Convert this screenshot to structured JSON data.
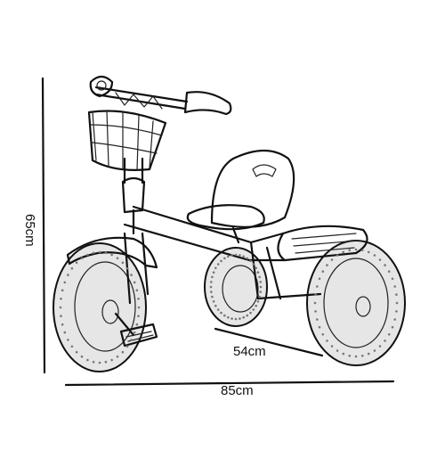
{
  "dimensions": {
    "height": "65cm",
    "width": "85cm",
    "depth": "54cm"
  },
  "colors": {
    "line": "#111111",
    "tire": "#e6e6e6",
    "background": "#ffffff"
  }
}
